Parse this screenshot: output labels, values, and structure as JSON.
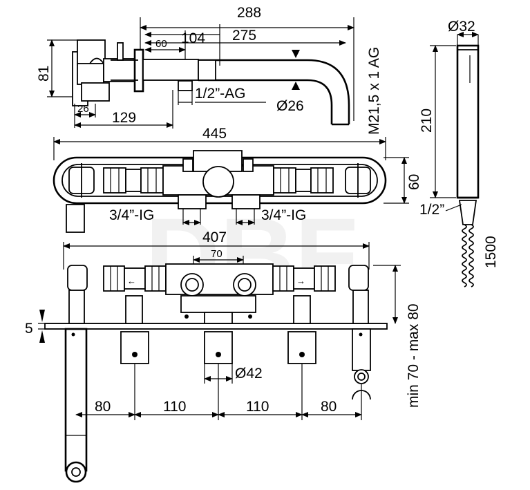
{
  "drawing": {
    "watermark": "DBF",
    "top_view": {
      "dim_288": "288",
      "dim_275": "275",
      "dim_104": "104",
      "dim_60": "60",
      "dim_81": "81",
      "dim_26": "26",
      "dim_129": "129",
      "thread_half_ag": "1/2”-AG",
      "dia_26": "Ø26",
      "thread_m21": "M21,5 x 1 AG"
    },
    "plate_view": {
      "dim_445": "445",
      "dim_60": "60",
      "thread_left": "3/4”-IG",
      "thread_right": "3/4”-IG"
    },
    "front_view": {
      "dim_407": "407",
      "dim_70": "70",
      "dim_5": "5",
      "dia_42": "Ø42",
      "dim_80_left": "80",
      "dim_110_left": "110",
      "dim_110_right": "110",
      "dim_80_right": "80",
      "depth_range": "min 70 - max 80"
    },
    "hand_shower": {
      "dia_32": "Ø32",
      "dim_210": "210",
      "thread": "1/2”",
      "hose_length": "1500"
    }
  }
}
